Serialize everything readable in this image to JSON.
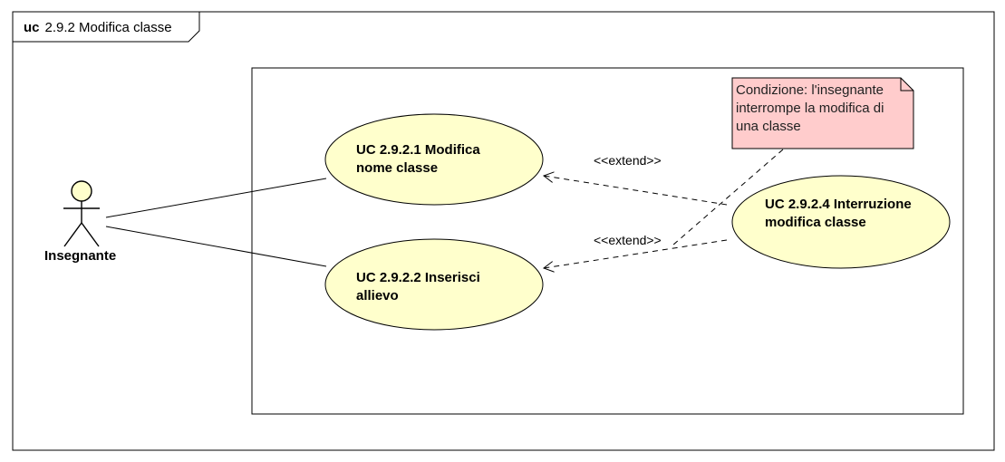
{
  "frame": {
    "keyword": "uc",
    "title": "2.9.2  Modifica classe"
  },
  "actor": {
    "name": "Insegnante"
  },
  "use_cases": [
    {
      "label": "UC 2.9.2.1  Modifica nome classe"
    },
    {
      "label": "UC 2.9.2.2 Inserisci allievo"
    },
    {
      "label": "UC 2.9.2.4 Interruzione modifica classe"
    }
  ],
  "relations": [
    {
      "stereotype": "<<extend>>"
    },
    {
      "stereotype": "<<extend>>"
    }
  ],
  "note": {
    "text": "Condizione: l'insegnante interrompe la modifica di una classe"
  },
  "colors": {
    "use_case_fill": "#ffffcc",
    "actor_fill": "#ffffcc",
    "note_fill": "#ffcccc",
    "stroke": "#000000"
  }
}
